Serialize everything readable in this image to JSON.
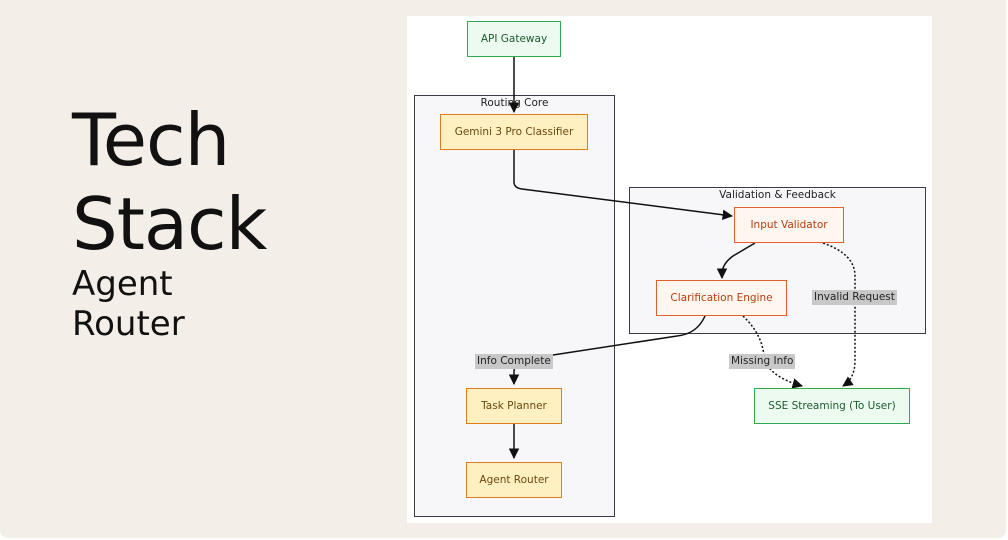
{
  "slide": {
    "title_line1": "Tech",
    "title_line2": "Stack",
    "subtitle_line1": "Agent",
    "subtitle_line2": "Router"
  },
  "diagram": {
    "groups": {
      "routing_core": "Routing Core",
      "validation": "Validation & Feedback"
    },
    "nodes": {
      "api_gateway": "API Gateway",
      "classifier": "Gemini 3 Pro Classifier",
      "input_validator": "Input Validator",
      "clarification_engine": "Clarification Engine",
      "task_planner": "Task Planner",
      "agent_router": "Agent Router",
      "sse_streaming": "SSE Streaming (To User)"
    },
    "edge_labels": {
      "info_complete": "Info Complete",
      "invalid_request": "Invalid Request",
      "missing_info": "Missing Info"
    },
    "colors": {
      "terminal_fill": "#ecfaf0",
      "terminal_border": "#2faa4e",
      "core_fill": "#fff0c2",
      "core_border": "#e07b1e",
      "validation_fill": "#fff7ef",
      "validation_border": "#e4602a"
    }
  }
}
